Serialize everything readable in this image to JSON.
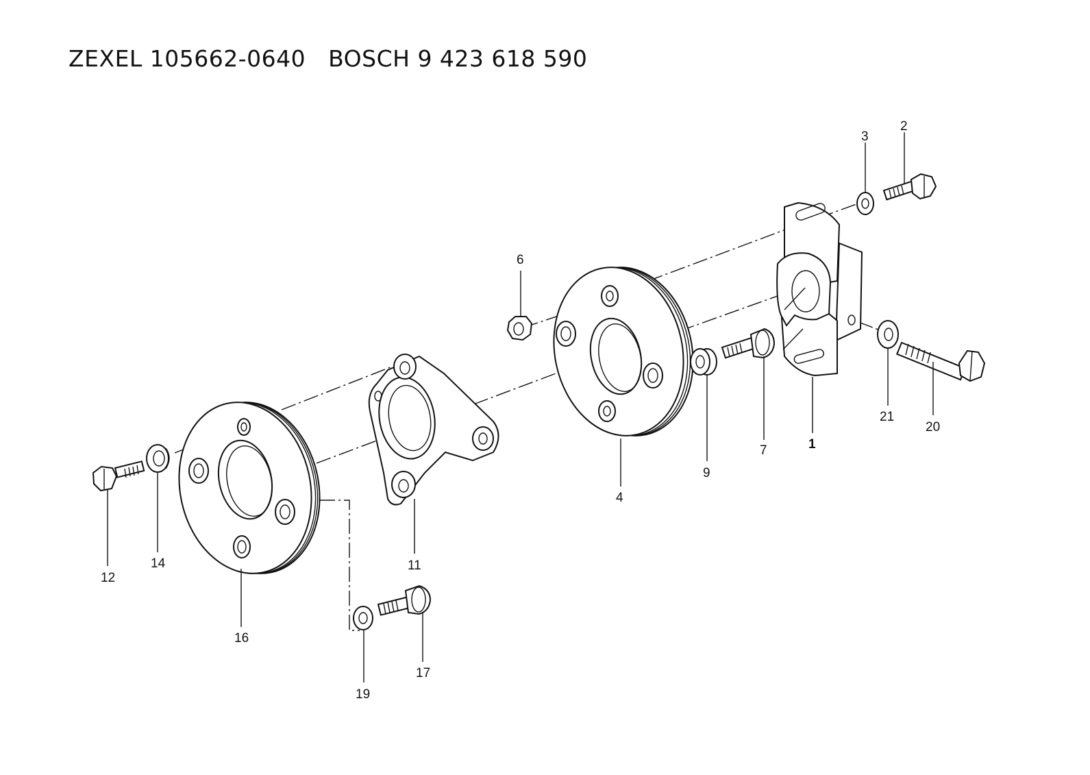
{
  "title": "ZEXEL 105662-0640   BOSCH 9 423 618 590",
  "callouts": {
    "c1": "1",
    "c2": "2",
    "c3": "3",
    "c4": "4",
    "c6": "6",
    "c7": "7",
    "c9": "9",
    "c11": "11",
    "c12": "12",
    "c14": "14",
    "c16": "16",
    "c17": "17",
    "c19": "19",
    "c20": "20",
    "c21": "21"
  }
}
